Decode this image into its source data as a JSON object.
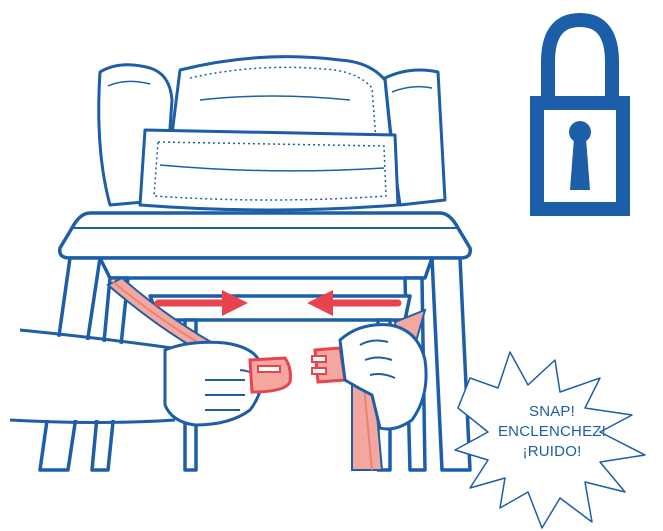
{
  "colors": {
    "line": "#1d5ea8",
    "strap": "#f4a79e",
    "strap_dark": "#e8847a",
    "arrow": "#e8434f",
    "lock": "#1d5ea8",
    "fill": "#ffffff"
  },
  "icons": {
    "lock": "padlock-icon",
    "arrows": "arrow-right-icon / arrow-left-icon"
  },
  "burst": {
    "line1": "SNAP!",
    "line2": "ENCLENCHEZ!",
    "line3": "¡RUIDO!"
  }
}
